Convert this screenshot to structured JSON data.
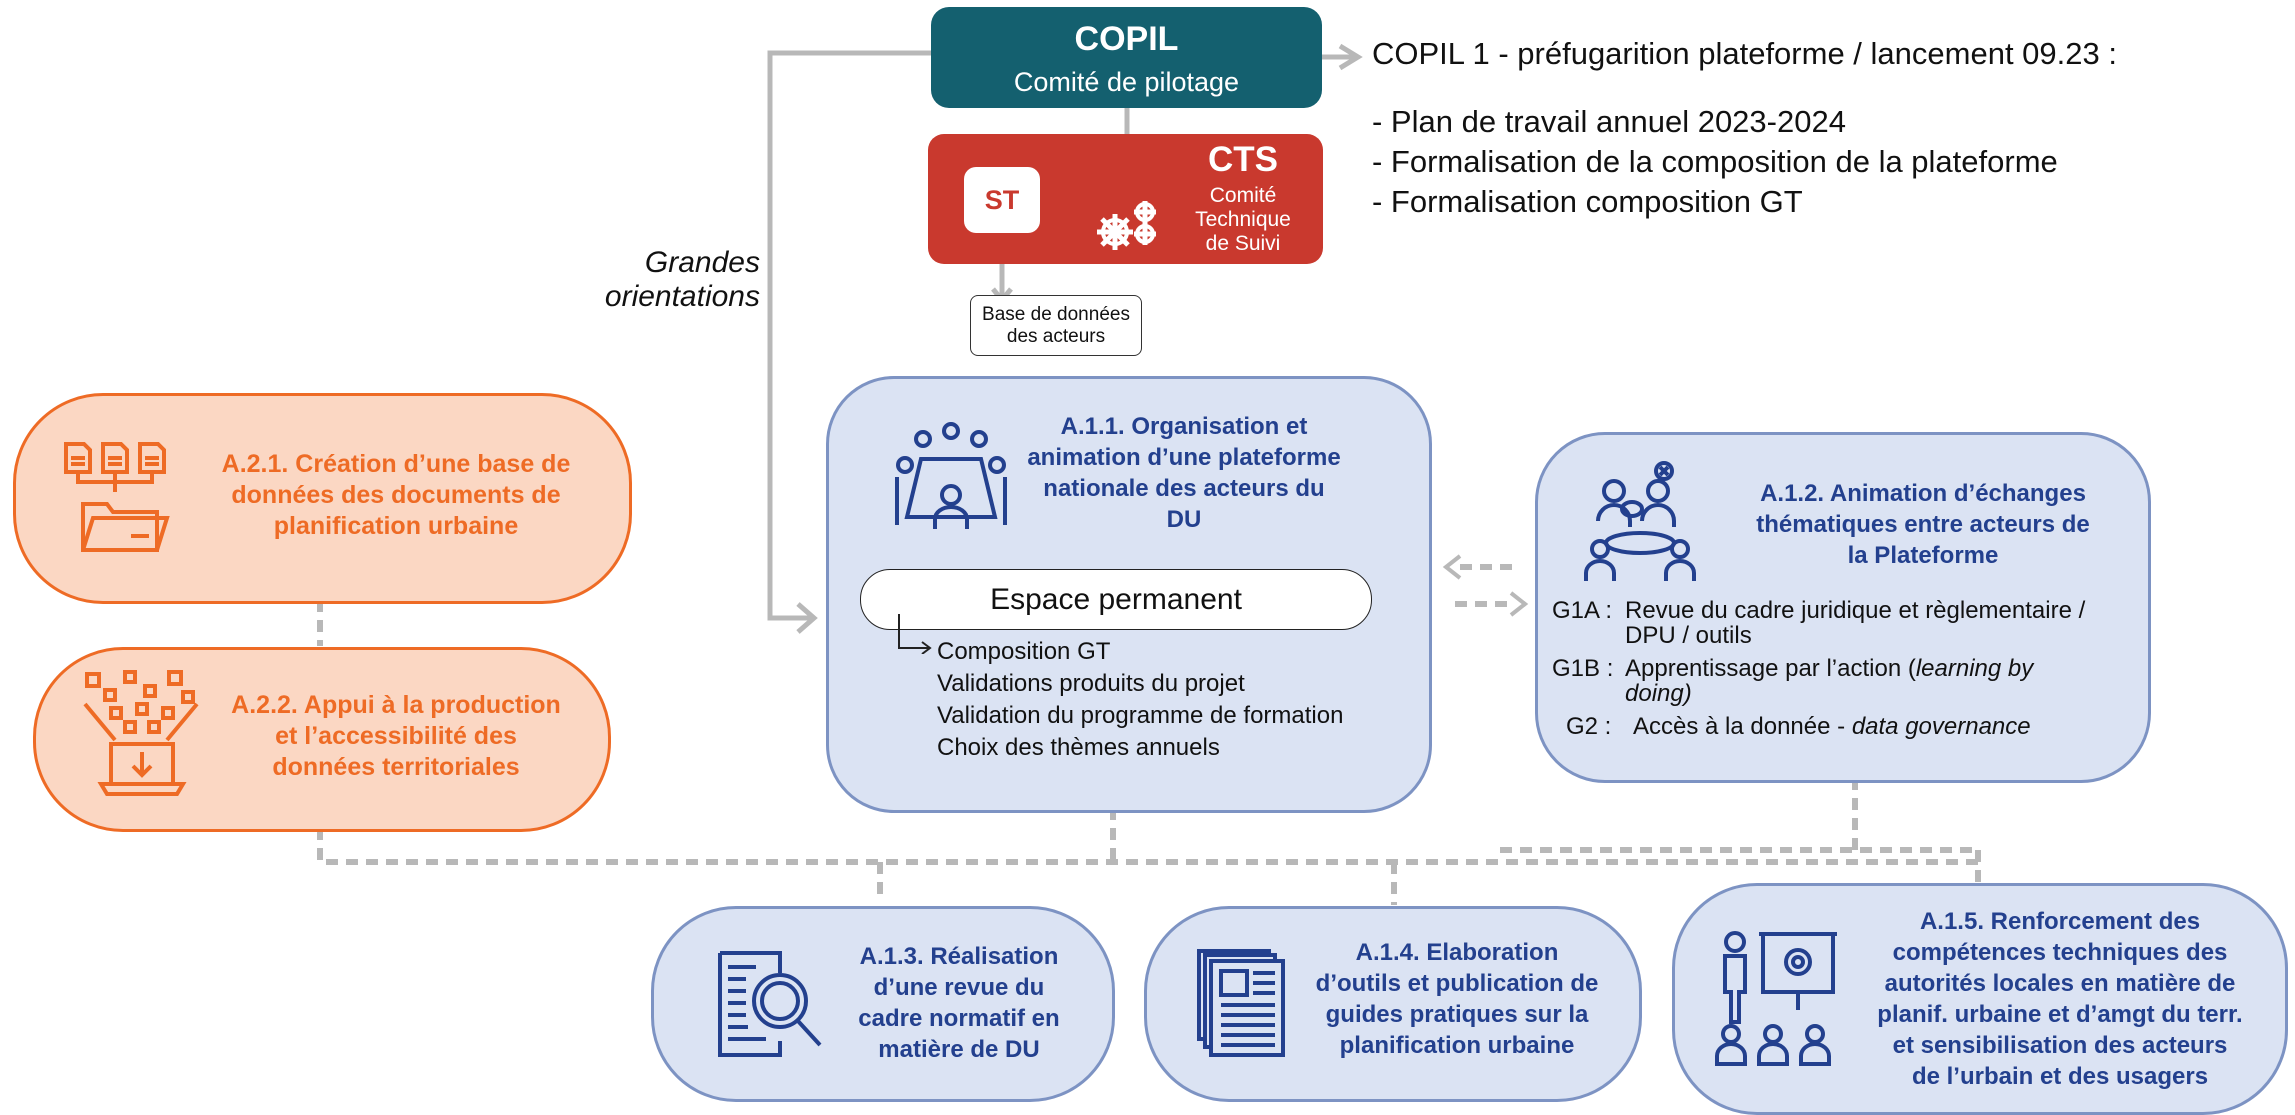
{
  "copil": {
    "title": "COPIL",
    "subtitle": "Comité de pilotage"
  },
  "cts": {
    "badge": "ST",
    "title": "CTS",
    "subtitle_lines": [
      "Comité",
      "Technique",
      "de Suivi"
    ]
  },
  "database": {
    "lines": [
      "Base de données",
      "des acteurs"
    ]
  },
  "copil_note": {
    "heading": "COPIL 1 - préfugarition plateforme / lancement 09.23 :",
    "items": [
      "- Plan de travail annuel 2023-2024",
      "- Formalisation de la composition de la plateforme",
      "- Formalisation composition GT"
    ]
  },
  "grandes_orientations": {
    "lines": [
      "Grandes",
      "orientations"
    ]
  },
  "a21": {
    "lines": [
      "A.2.1. Création d’une base de",
      "données des documents de",
      "planification urbaine"
    ]
  },
  "a22": {
    "lines": [
      "A.2.2. Appui à la production",
      "et l’accessibilité des",
      "données territoriales"
    ]
  },
  "a11": {
    "lines": [
      "A.1.1. Organisation et",
      "animation d’une plateforme",
      "nationale des acteurs du",
      "DU"
    ],
    "espace": "Espace permanent",
    "items": [
      "Composition GT",
      "Validations produits du projet",
      "Validation du programme de formation",
      "Choix des thèmes annuels"
    ]
  },
  "a12": {
    "lines": [
      "A.1.2. Animation d’échanges",
      "thématiques entre acteurs de",
      "la Plateforme"
    ],
    "groups": [
      {
        "code": "G1A :",
        "text": "Revue du cadre juridique et règlementaire /",
        "text2": "DPU / outils"
      },
      {
        "code": "G1B :",
        "text": "Apprentissage par l’action (",
        "italic": "learning by",
        "text2_italic": "doing)"
      },
      {
        "code": "G2 :",
        "text": "Accès à la donnée - ",
        "italic": "data governance"
      }
    ]
  },
  "a13": {
    "lines": [
      "A.1.3. Réalisation",
      "d’une revue du",
      "cadre normatif en",
      "matière de DU"
    ]
  },
  "a14": {
    "lines": [
      "A.1.4. Elaboration",
      "d’outils et publication de",
      "guides pratiques sur la",
      "planification urbaine"
    ]
  },
  "a15": {
    "lines": [
      "A.1.5. Renforcement des",
      "compétences techniques des",
      "autorités locales en matière de",
      "planif. urbaine et d’amgt du terr.",
      "et sensibilisation des acteurs",
      "de l’urbain et des usagers"
    ]
  },
  "colors": {
    "copil": "#14606f",
    "cts": "#c9392e",
    "orange": "#ee6b25",
    "orange_fill": "#fbd7c3",
    "blue_text": "#23408e",
    "blue_fill": "#dbe3f3",
    "blue_border": "#7d93c3",
    "connector": "#b8b8b8"
  },
  "icons": [
    "meeting-table-icon",
    "workshop-group-icon",
    "documents-folder-icon",
    "data-download-icon",
    "search-document-icon",
    "newspaper-icon",
    "training-presentation-icon",
    "gears-icon"
  ]
}
